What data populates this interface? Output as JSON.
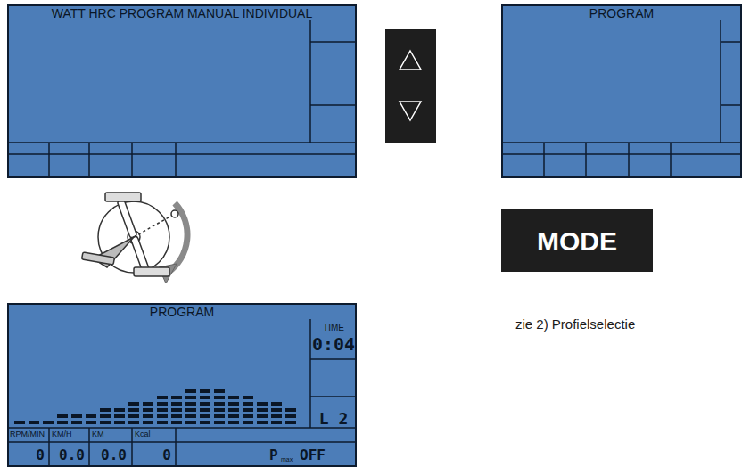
{
  "diagram": {
    "nodes": [
      {
        "text": [
          "WATT HRC PROGRAM MANUAL INDIVIDUAL"
        ]
      },
      {
        "text": [
          "PROGRAM"
        ]
      },
      {
        "text": [
          "MODE"
        ]
      },
      {
        "text": [
          "PROGRAM"
        ]
      }
    ],
    "labels": [
      "TIME",
      "0:04",
      "L 2",
      "RPM/MIN",
      "KM/H",
      "KM",
      "Kcal",
      "0",
      "0.0",
      "0.0",
      "0",
      "P",
      "max",
      "OFF",
      "zie 2) Profielselectie"
    ]
  }
}
